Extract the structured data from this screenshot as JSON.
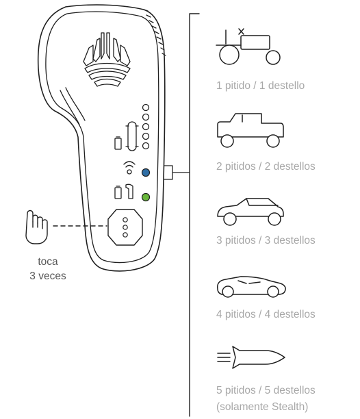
{
  "tap_instruction": {
    "line1": "toca",
    "line2": "3 veces"
  },
  "modes": [
    {
      "icon": "tractor-icon",
      "label": "1 pitido / 1 destello"
    },
    {
      "icon": "pickup-truck-icon",
      "label": "2 pitidos / 2 destellos"
    },
    {
      "icon": "sedan-car-icon",
      "label": "3 pitidos / 3 destellos"
    },
    {
      "icon": "sports-car-icon",
      "label": "4 pitidos / 4 destellos"
    },
    {
      "icon": "rocket-icon",
      "label": "5 pitidos / 5 destellos",
      "note": "(solamente Stealth)"
    }
  ],
  "colors": {
    "led_blue": "#2f6ea5",
    "led_green": "#69b73c",
    "label_gray": "#a8a8a8",
    "outline": "#1f1f1f"
  }
}
